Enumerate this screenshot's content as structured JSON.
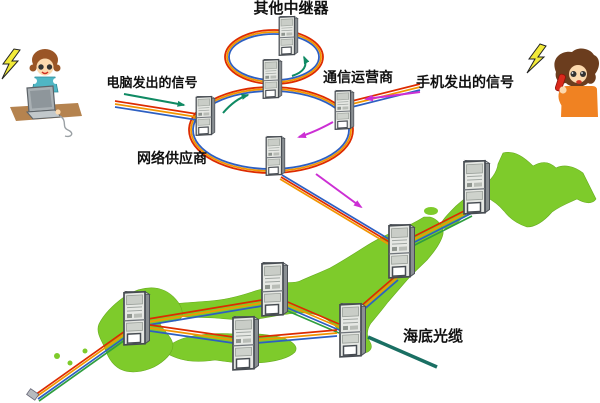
{
  "diagram": {
    "type": "network-topology-illustration",
    "labels": {
      "other_repeaters": "其他中继器",
      "computer_signal": "电脑发出的信号",
      "telecom_operator": "通信运营商",
      "mobile_signal": "手机发出的信号",
      "network_provider": "网络供应商",
      "submarine_cable": "海底光缆"
    },
    "colors": {
      "cable_red": "#dd2b00",
      "cable_orange": "#f29500",
      "cable_blue": "#2d5fc2",
      "cable_green": "#2f9e3f",
      "computer_signal_arrow": "#0f8a63",
      "mobile_signal_arrow": "#cc2fd4",
      "map_land": "#7ecb2b",
      "submarine_cable_line": "#1a6f63",
      "lightning": "#f2ea39"
    },
    "icons": {
      "lightning_left": "lightning-bolt",
      "lightning_right": "lightning-bolt"
    },
    "nodes": {
      "ring_relays": [
        "other-repeater",
        "ring-junction-relay",
        "network-provider-relay",
        "telecom-operator-relay",
        "ring-bottom-relay"
      ],
      "map_relays": [
        "hokkaido-relay",
        "tohoku-relay",
        "kanto-relay",
        "west-honshu-relay",
        "shikoku-relay",
        "kyushu-relay"
      ]
    },
    "flows": [
      {
        "name": "computer-signal-flow",
        "source": "computer-user",
        "enters_at": "network-provider-relay",
        "arrow_color": "#0f8a63"
      },
      {
        "name": "mobile-signal-flow",
        "source": "mobile-user",
        "enters_at": "telecom-operator-relay",
        "arrow_color": "#cc2fd4"
      }
    ]
  }
}
